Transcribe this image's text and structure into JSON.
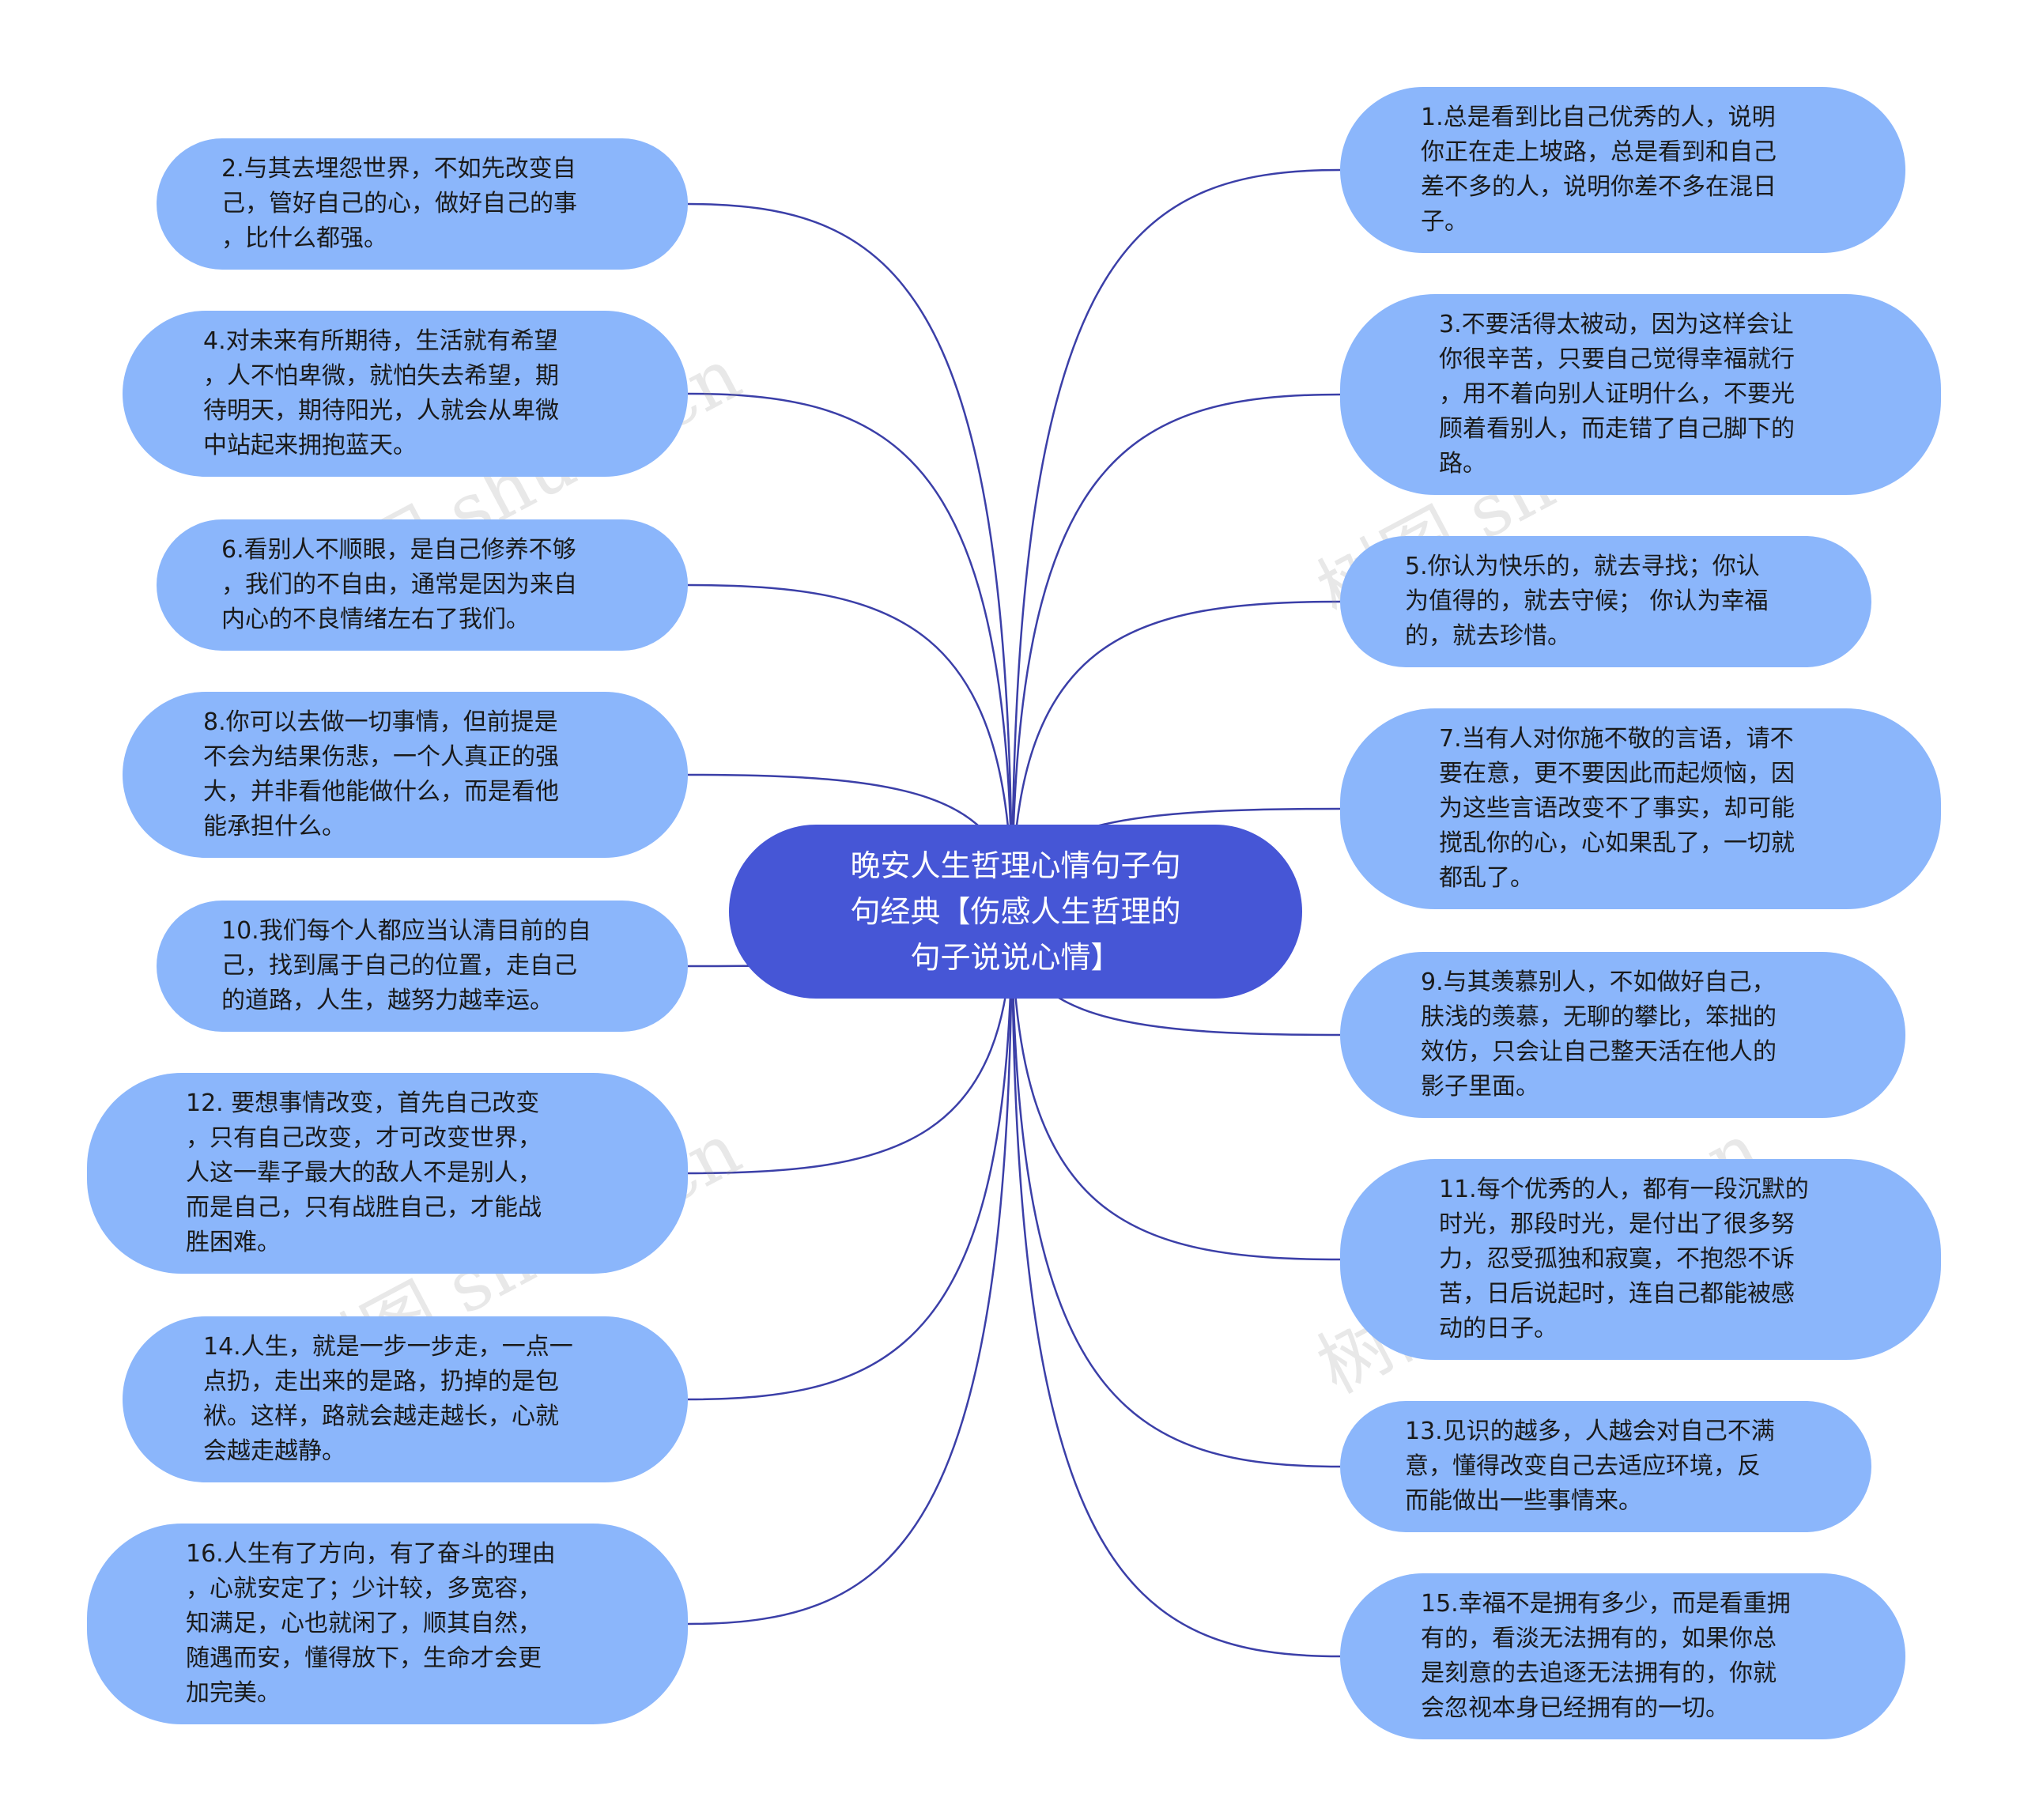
{
  "center": {
    "title": "晚安人生哲理心情句子句\n句经典【伤感人生哲理的\n句子说说心情】",
    "color": "#4656d6"
  },
  "colors": {
    "node": "#8bb6fb",
    "edge": "#3b3fa8"
  },
  "watermark": "树图 shutu.cn",
  "nodes": [
    {
      "id": "n1",
      "text": "1.总是看到比自己优秀的人，说明\n你正在走上坡路，总是看到和自己\n差不多的人，说明你差不多在混日\n子。"
    },
    {
      "id": "n2",
      "text": "2.与其去埋怨世界，不如先改变自\n己，管好自己的心，做好自己的事\n，比什么都强。"
    },
    {
      "id": "n3",
      "text": "3.不要活得太被动，因为这样会让\n你很辛苦，只要自己觉得幸福就行\n，用不着向别人证明什么，不要光\n顾着看别人，而走错了自己脚下的\n路。"
    },
    {
      "id": "n4",
      "text": "4.对未来有所期待，生活就有希望\n，人不怕卑微，就怕失去希望，期\n待明天，期待阳光，人就会从卑微\n中站起来拥抱蓝天。"
    },
    {
      "id": "n5",
      "text": "5.你认为快乐的，就去寻找；你认\n为值得的，就去守候； 你认为幸福\n的，就去珍惜。"
    },
    {
      "id": "n6",
      "text": "6.看别人不顺眼，是自己修养不够\n，我们的不自由，通常是因为来自\n内心的不良情绪左右了我们。"
    },
    {
      "id": "n7",
      "text": "7.当有人对你施不敬的言语，请不\n要在意，更不要因此而起烦恼，因\n为这些言语改变不了事实，却可能\n搅乱你的心，心如果乱了，一切就\n都乱了。"
    },
    {
      "id": "n8",
      "text": "8.你可以去做一切事情，但前提是\n不会为结果伤悲，一个人真正的强\n大，并非看他能做什么，而是看他\n能承担什么。"
    },
    {
      "id": "n9",
      "text": "9.与其羡慕别人，不如做好自己，\n肤浅的羡慕，无聊的攀比，笨拙的\n效仿，只会让自己整天活在他人的\n影子里面。"
    },
    {
      "id": "n10",
      "text": "10.我们每个人都应当认清目前的自\n己，找到属于自己的位置，走自己\n的道路，人生，越努力越幸运。"
    },
    {
      "id": "n11",
      "text": "11.每个优秀的人，都有一段沉默的\n时光，那段时光，是付出了很多努\n力，忍受孤独和寂寞，不抱怨不诉\n苦，日后说起时，连自己都能被感\n动的日子。"
    },
    {
      "id": "n12",
      "text": "12. 要想事情改变，首先自己改变\n，只有自己改变，才可改变世界，\n人这一辈子最大的敌人不是别人，\n而是自己，只有战胜自己，才能战\n胜困难。"
    },
    {
      "id": "n13",
      "text": "13.见识的越多，人越会对自己不满\n意，懂得改变自己去适应环境，反\n而能做出一些事情来。"
    },
    {
      "id": "n14",
      "text": "14.人生，就是一步一步走，一点一\n点扔，走出来的是路，扔掉的是包\n袱。这样，路就会越走越长，心就\n会越走越静。"
    },
    {
      "id": "n15",
      "text": "15.幸福不是拥有多少，而是看重拥\n有的，看淡无法拥有的，如果你总\n是刻意的去追逐无法拥有的，你就\n会忽视本身已经拥有的一切。"
    },
    {
      "id": "n16",
      "text": "16.人生有了方向，有了奋斗的理由\n，心就安定了；少计较，多宽容，\n知满足，心也就闲了，顺其自然，\n随遇而安，懂得放下，生命才会更\n加完美。"
    }
  ]
}
